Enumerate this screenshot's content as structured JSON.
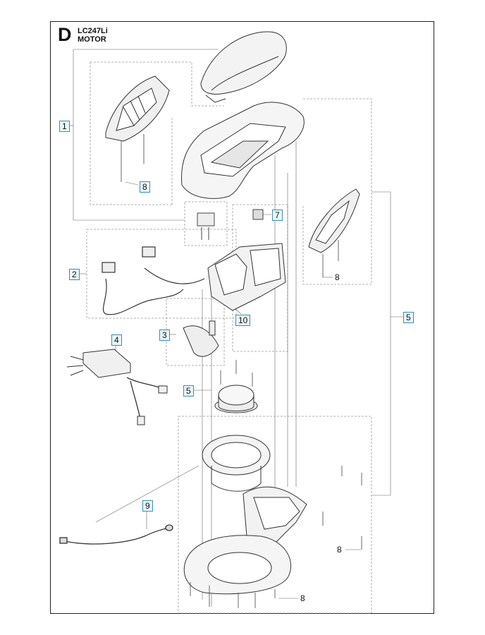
{
  "header": {
    "section_letter": "D",
    "model": "LC247Li",
    "section_name": "MOTOR"
  },
  "callouts": {
    "c1": "1",
    "c2": "2",
    "c3": "3",
    "c4": "4",
    "c5_motor": "5",
    "c5_right": "5",
    "c7": "7",
    "c8_left": "8",
    "c8_side": "8",
    "c8_right": "8",
    "c8_bottom": "8",
    "c9": "9",
    "c10": "10"
  }
}
